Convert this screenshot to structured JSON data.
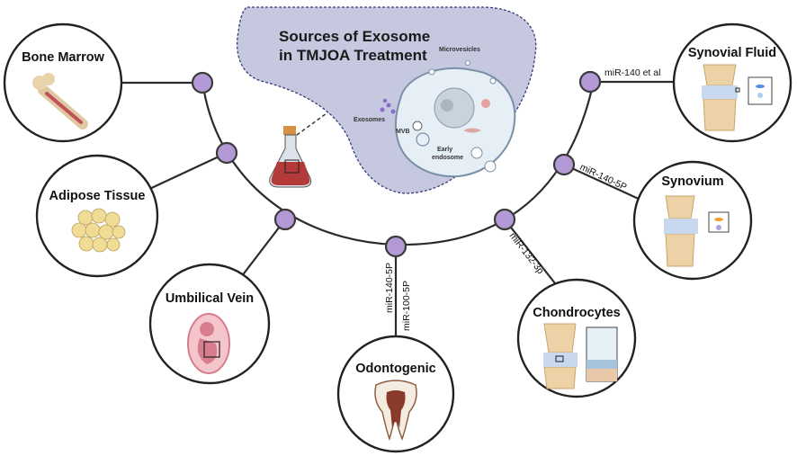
{
  "figure": {
    "title_line1": "Sources of Exosome",
    "title_line2": "in TMJOA Treatment"
  },
  "cell": {
    "microvesicles": "Microvesicles",
    "exosomes": "Exosomes",
    "mvb": "MVB",
    "early_endosome_line1": "Early",
    "early_endosome_line2": "endosome"
  },
  "sources": [
    {
      "name": "Bone Marrow",
      "icon": "bone-icon"
    },
    {
      "name": "Adipose Tissue",
      "icon": "fat-cells-icon"
    },
    {
      "name": "Umbilical Vein",
      "icon": "fetus-icon"
    },
    {
      "name": "Odontogenic",
      "icon": "tooth-icon"
    },
    {
      "name": "Chondrocytes",
      "icon": "joint-icon"
    },
    {
      "name": "Synovium",
      "icon": "joint-icon"
    },
    {
      "name": "Synovial Fluid",
      "icon": "joint-icon"
    }
  ],
  "mirnas": {
    "synovial_fluid": "miR-140 et al",
    "synovium": "miR-140-5P",
    "chondrocytes": "miR-132-3p",
    "odontogenic_1": "miR-140-5P",
    "odontogenic_2": "miR-100-5P"
  },
  "colors": {
    "node_fill": "#b39ad6",
    "node_stroke": "#3a3a3a",
    "panel_fill": "#c5c8de",
    "circle_stroke": "#222222",
    "flask_liquid": "#b43a3a"
  }
}
